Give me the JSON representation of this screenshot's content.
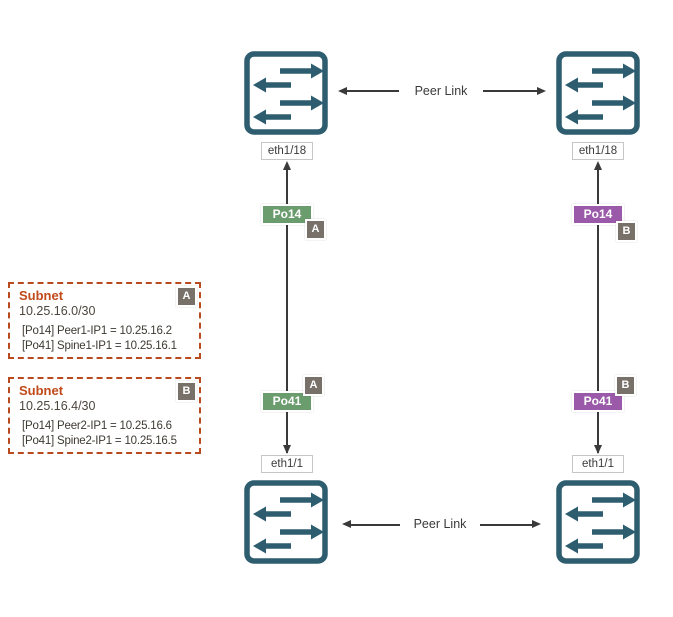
{
  "colors": {
    "switch_teal": "#2e5d6f",
    "port_channel_green": "#6a9c6e",
    "port_channel_purple": "#9b59a9",
    "tag_gray": "#78716a",
    "callout_orange": "#b84a1e",
    "line_dark": "#3a3a3a"
  },
  "links": {
    "peer_top": "Peer Link",
    "peer_bottom": "Peer Link"
  },
  "interfaces": {
    "top_left": "eth1/18",
    "top_right": "eth1/18",
    "bottom_left": "eth1/1",
    "bottom_right": "eth1/1"
  },
  "port_channels": [
    {
      "id": "po14-left",
      "label": "Po14",
      "subnet_tag": "A",
      "color": "#6a9c6e"
    },
    {
      "id": "po14-right",
      "label": "Po14",
      "subnet_tag": "B",
      "color": "#9b59a9"
    },
    {
      "id": "po41-left",
      "label": "Po41",
      "subnet_tag": "A",
      "color": "#6a9c6e"
    },
    {
      "id": "po41-right",
      "label": "Po41",
      "subnet_tag": "B",
      "color": "#9b59a9"
    }
  ],
  "subnets": [
    {
      "title": "Subnet",
      "cidr": "10.25.16.0/30",
      "tag": "A",
      "entries": [
        "[Po14] Peer1-IP1 = 10.25.16.2",
        "[Po41] Spine1-IP1 = 10.25.16.1"
      ]
    },
    {
      "title": "Subnet",
      "cidr": "10.25.16.4/30",
      "tag": "B",
      "entries": [
        "[Po14] Peer2-IP1 = 10.25.16.6",
        "[Po41] Spine2-IP1 = 10.25.16.5"
      ]
    }
  ]
}
